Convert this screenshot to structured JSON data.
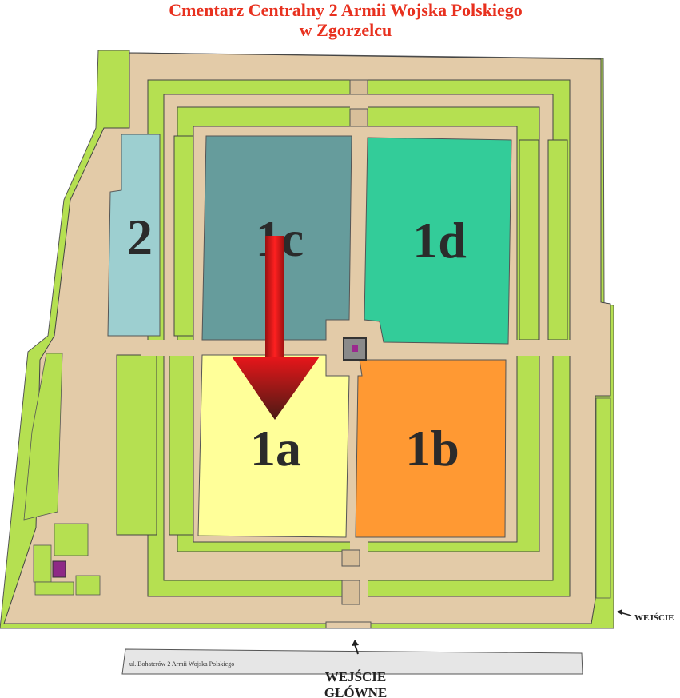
{
  "title": {
    "line1": "Cmentarz Centralny 2 Armii Wojska Polskiego",
    "line2": "w Zgorzelcu"
  },
  "sections": [
    {
      "id": "2",
      "label": "2",
      "color": "#9dcfd0"
    },
    {
      "id": "1c",
      "label": "1c",
      "color": "#669c9c"
    },
    {
      "id": "1d",
      "label": "1d",
      "color": "#33cc99"
    },
    {
      "id": "1a",
      "label": "1a",
      "color": "#ffff99"
    },
    {
      "id": "1b",
      "label": "1b",
      "color": "#ff9933"
    }
  ],
  "street": {
    "label": "ul. Bohaterów 2 Armii Wojska Polskiego"
  },
  "entrances": {
    "main_line1": "WEJŚCIE",
    "main_line2": "GŁÓWNE",
    "side": "WEJŚCIE"
  },
  "colors": {
    "grass": "#b5e051",
    "path": "#e3cba8",
    "title": "#e8311f",
    "arrow": "#d4161a"
  }
}
